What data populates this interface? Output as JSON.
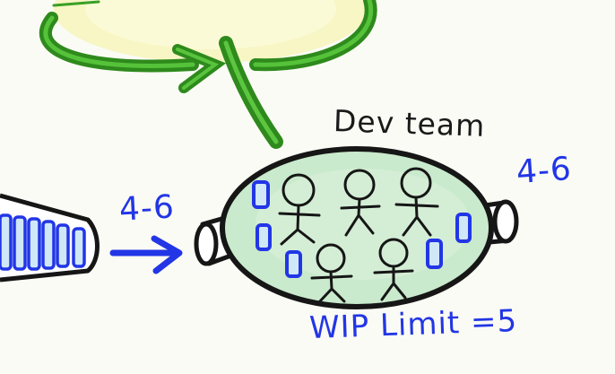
{
  "labels": {
    "team": "Dev team",
    "input_rate": "4-6",
    "output_rate": "4-6",
    "wip_limit": "WIP Limit =5"
  },
  "colors": {
    "ink": "#1a1a1a",
    "marker_blue": "#2236e6",
    "arrow_green": "#2f9a1e",
    "team_fill": "#cdeccd",
    "sun_fill": "#f7f6c0"
  }
}
